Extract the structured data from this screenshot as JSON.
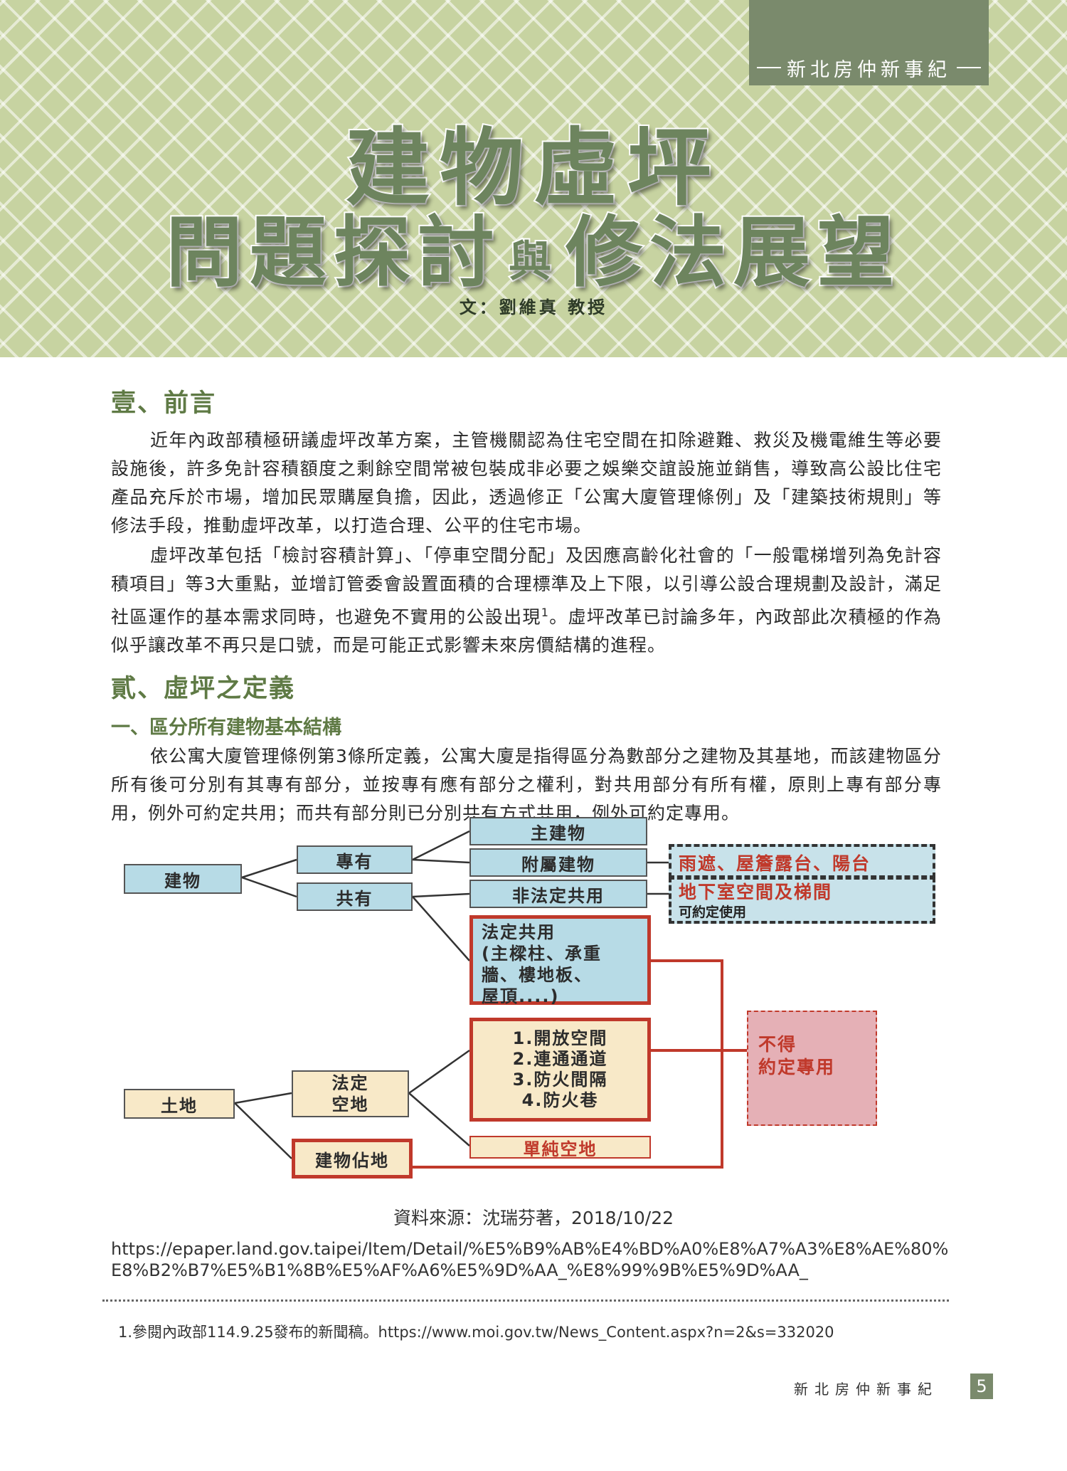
{
  "header": {
    "magazine_tag": "新北房仲新事紀",
    "title_line1": "建物虛坪",
    "title_line2_a": "問題探討",
    "title_line2_conj": "與",
    "title_line2_b": "修法展望",
    "byline": "文：劉維真 教授"
  },
  "section1": {
    "heading": "壹、前言",
    "p1": "近年內政部積極研議虛坪改革方案，主管機關認為住宅空間在扣除避難、救災及機電維生等必要設施後，許多免計容積額度之剩餘空間常被包裝成非必要之娛樂交誼設施並銷售，導致高公設比住宅產品充斥於市場，增加民眾購屋負擔，因此，透過修正「公寓大廈管理條例」及「建築技術規則」等修法手段，推動虛坪改革，以打造合理、公平的住宅市場。",
    "p2_before_note": "虛坪改革包括「檢討容積計算」、「停車空間分配」及因應高齡化社會的「一般電梯增列為免計容積項目」等3大重點，並增訂管委會設置面積的合理標準及上下限，以引導公設合理規劃及設計，滿足社區運作的基本需求同時，也避免不實用的公設出現",
    "p2_note_mark": "1",
    "p2_after_note": "。虛坪改革已討論多年，內政部此次積極的作為似乎讓改革不再只是口號，而是可能正式影響未來房價結構的進程。"
  },
  "section2": {
    "heading": "貳、虛坪之定義",
    "subheading": "一、區分所有建物基本結構",
    "p1": "依公寓大廈管理條例第3條所定義，公寓大廈是指得區分為數部分之建物及其基地，而該建物區分所有後可分別有其專有部分，並按專有應有部分之權利，對共用部分有所有權，原則上專有部分專用，例外可約定共用；而共有部分則已分別共有方式共用，例外可約定專用。"
  },
  "diagram": {
    "building": "建物",
    "exclusive": "專有",
    "common": "共有",
    "main_building": "主建物",
    "annex_building": "附屬建物",
    "non_statutory_common": "非法定共用",
    "annex_note": "雨遮、屋簷露台、陽台",
    "basement_note": "地下室空間及梯間",
    "basement_sub": "可約定使用",
    "statutory_common_l1": "法定共用",
    "statutory_common_l2": "(主樑柱、承重",
    "statutory_common_l3": "牆、樓地板、",
    "statutory_common_l4": "屋頂....)",
    "land": "土地",
    "statutory_open_l1": "法定",
    "statutory_open_l2": "空地",
    "building_site": "建物佔地",
    "open_list": [
      "1.開放空間",
      "2.連通通道",
      "3.防火間隔",
      "4.防火巷"
    ],
    "simple_open": "單純空地",
    "no_exclusive_l1": "不得",
    "no_exclusive_l2": "約定專用"
  },
  "source": {
    "caption": "資料來源：沈瑞芬著，2018/10/22",
    "url": "https://epaper.land.gov.taipei/Item/Detail/%E5%B9%AB%E4%BD%A0%E8%A7%A3%E8%AE%80%E8%B2%B7%E5%B1%8B%E5%AF%A6%E5%9D%AA_%E8%99%9B%E5%9D%AA_"
  },
  "footnote": "1.參閱內政部114.9.25發布的新聞稿。https://www.moi.gov.tw/News_Content.aspx?n=2&s=332020",
  "footer": {
    "magazine": "新北房仲新事紀",
    "page": "5"
  },
  "colors": {
    "olive": "#7a8a6c",
    "title_green": "#6d845e",
    "heading_green": "#5f7a45",
    "red": "#c0392b",
    "box_blue": "#b7dbe6",
    "box_cream": "#f8e9c8",
    "box_pink": "#e5b0b6"
  }
}
